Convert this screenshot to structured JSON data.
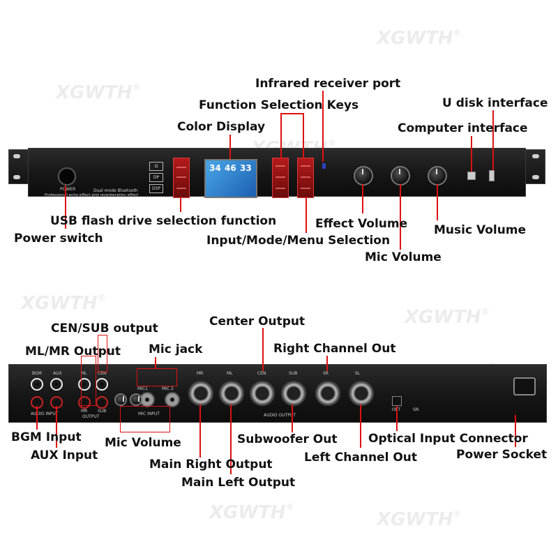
{
  "watermark": {
    "brand": "XGWTH",
    "registered": "®"
  },
  "front_panel": {
    "callouts": {
      "infrared_receiver_port": "Infrared receiver port",
      "function_selection_keys": "Function Selection Keys",
      "u_disk_interface": "U disk interface",
      "color_display": "Color Display",
      "computer_interface": "Computer interface",
      "usb_flash_drive_selection": "USB flash drive selection function",
      "effect_volume": "Effect Volume",
      "music_volume": "Music Volume",
      "power_switch": "Power switch",
      "input_mode_menu_selection": "Input/Mode/Menu Selection",
      "mic_volume": "Mic Volume"
    },
    "printed": {
      "power": "POWER",
      "subtitle1": "Dual mode Bluetooth",
      "subtitle2": "Professional echo effect and reverberation effect",
      "screen_values": [
        "34",
        "46",
        "33"
      ]
    }
  },
  "rear_panel": {
    "callouts": {
      "cen_sub_output": "CEN/SUB output",
      "center_output": "Center Output",
      "ml_mr_output": "ML/MR Output",
      "mic_jack": "Mic jack",
      "right_channel_out": "Right Channel Out",
      "bgm_input": "BGM Input",
      "mic_volume": "Mic Volume",
      "subwoofer_out": "Subwoofer Out",
      "optical_input_connector": "Optical Input Connector",
      "aux_input": "AUX Input",
      "power_socket": "Power Socket",
      "main_right_output": "Main Right Output",
      "left_channel_out": "Left Channel Out",
      "main_left_output": "Main Left Output"
    },
    "printed": {
      "bgm": "BGM",
      "aux": "AUX",
      "ml": "ML",
      "cen": "CEN",
      "mr": "MR",
      "sub": "SUB",
      "mic1": "MIC1",
      "mic2": "MIC 2",
      "audio_input": "AUDIO INPUT",
      "output": "OUTPUT",
      "mic_input": "MIC INPUT",
      "audio_output": "AUDIO OUTPUT",
      "xlr_labels": [
        "MR",
        "ML",
        "CEN",
        "SUB",
        "SR",
        "SL"
      ],
      "opt": "OPT",
      "sn": "SN"
    }
  },
  "colors": {
    "accent_line": "#dd1111",
    "chassis": "#151515",
    "display": "#2b7fd0",
    "keys": "#a01515"
  }
}
